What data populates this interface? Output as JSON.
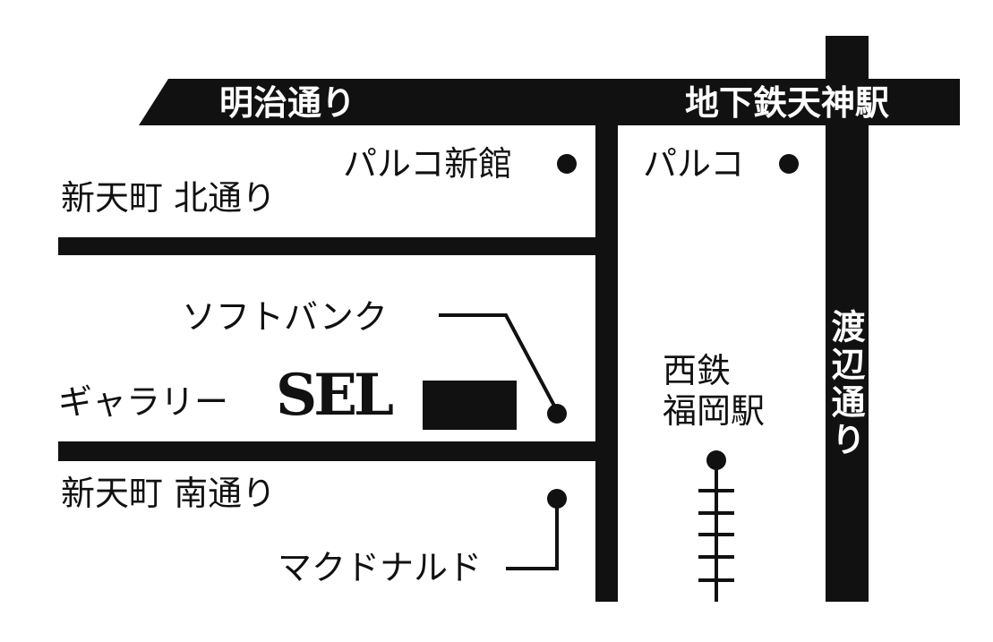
{
  "roads": {
    "meiji": "明治通り",
    "subway_station": "地下鉄天神駅",
    "watanabe": "渡辺通り",
    "kita": "新天町 北通り",
    "minami": "新天町 南通り"
  },
  "landmarks": {
    "parco_new": "パルコ新館",
    "parco": "パルコ",
    "softbank": "ソフトバンク",
    "gallery": "ギャラリー",
    "gallery_logo": "SEL",
    "nishitetsu_line1": "西鉄",
    "nishitetsu_line2": "福岡駅",
    "mcdonalds": "マクドナルド"
  },
  "colors": {
    "ink": "#111111",
    "paper": "#ffffff"
  }
}
